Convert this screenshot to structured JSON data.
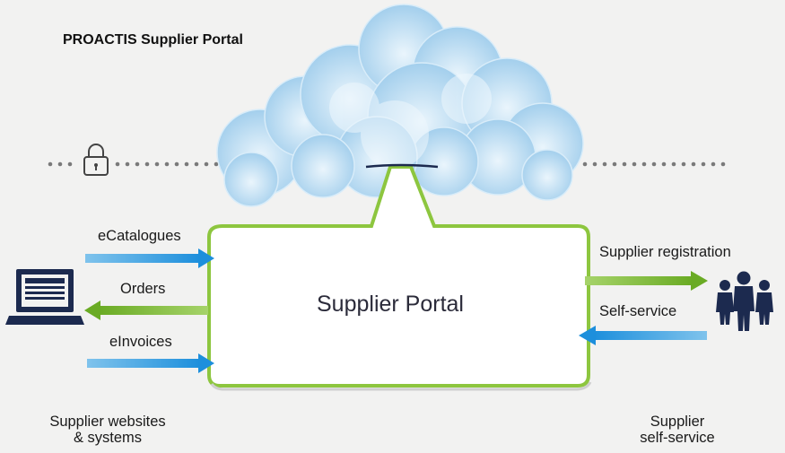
{
  "title": "PROACTIS Supplier Portal",
  "portal": {
    "label": "Supplier Portal"
  },
  "flows": {
    "ecatalogues": "eCatalogues",
    "orders": "Orders",
    "einvoices": "eInvoices",
    "supplier_registration": "Supplier registration",
    "self_service": "Self-service"
  },
  "captions": {
    "left_line1": "Supplier websites",
    "left_line2": "& systems",
    "right_line1": "Supplier",
    "right_line2": "self-service"
  },
  "icons": {
    "lock": "lock-icon",
    "laptop": "laptop-icon",
    "people": "people-icon",
    "cloud": "cloud-icon"
  },
  "colors": {
    "blue_arrow": "#2e9be0",
    "green_arrow": "#7cb82f",
    "portal_border": "#8cc63f",
    "cloud": "#a9d4f0",
    "dots": "#7d7d7d",
    "navy": "#1c2a4f"
  }
}
